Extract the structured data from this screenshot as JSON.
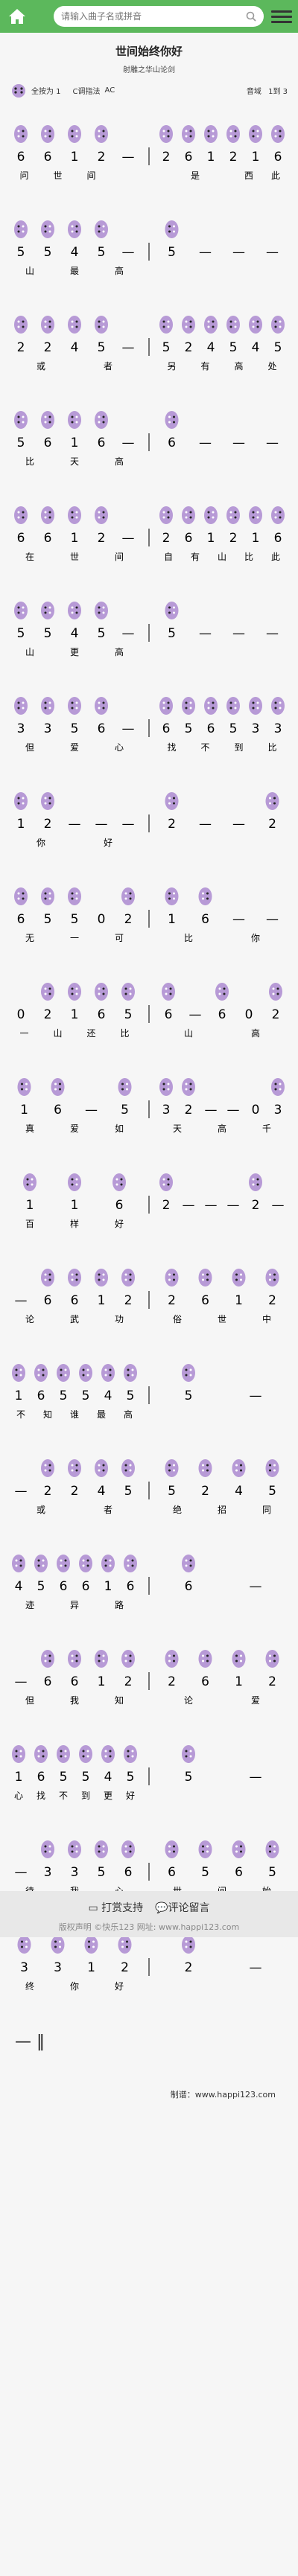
{
  "search": {
    "placeholder": "请输入曲子名或拼音"
  },
  "song": {
    "title": "世间始终你好",
    "subtitle": "射雕之华山论剑",
    "fingering": "全按为 1",
    "key_label": "C调指法",
    "key_value": "AC",
    "tempo_label": "音域",
    "tempo_value": "1到 3"
  },
  "rows": [
    {
      "left": [
        "6",
        "6",
        "1",
        "2",
        "—"
      ],
      "right": [
        "2",
        "6",
        "1",
        "2",
        "1",
        "6"
      ],
      "lyrics_left": [
        "问",
        "世",
        "间",
        ""
      ],
      "lyrics_right": [
        "",
        "是",
        "",
        "西",
        "此"
      ]
    },
    {
      "left": [
        "5",
        "5",
        "4",
        "5",
        "—"
      ],
      "right": [
        "5",
        "—",
        "—",
        "—"
      ],
      "lyrics_left": [
        "山",
        "最",
        "高"
      ],
      "lyrics_right": [
        ""
      ]
    },
    {
      "left": [
        "2",
        "2",
        "4",
        "5",
        "—"
      ],
      "right": [
        "5",
        "2",
        "4",
        "5",
        "4",
        "5"
      ],
      "lyrics_left": [
        "或",
        "者"
      ],
      "lyrics_right": [
        "另",
        "有",
        "高",
        "处"
      ]
    },
    {
      "left": [
        "5",
        "6",
        "1",
        "6",
        "—"
      ],
      "right": [
        "6",
        "—",
        "—",
        "—"
      ],
      "lyrics_left": [
        "比",
        "天",
        "高"
      ],
      "lyrics_right": [
        ""
      ]
    },
    {
      "left": [
        "6",
        "6",
        "1",
        "2",
        "—"
      ],
      "right": [
        "2",
        "6",
        "1",
        "2",
        "1",
        "6"
      ],
      "lyrics_left": [
        "在",
        "世",
        "间"
      ],
      "lyrics_right": [
        "自",
        "有",
        "山",
        "比",
        "此"
      ]
    },
    {
      "left": [
        "5",
        "5",
        "4",
        "5",
        "—"
      ],
      "right": [
        "5",
        "—",
        "—",
        "—"
      ],
      "lyrics_left": [
        "山",
        "更",
        "高"
      ],
      "lyrics_right": [
        ""
      ]
    },
    {
      "left": [
        "3",
        "3",
        "5",
        "6",
        "—"
      ],
      "right": [
        "6",
        "5",
        "6",
        "5",
        "3",
        "3"
      ],
      "lyrics_left": [
        "但",
        "爱",
        "心"
      ],
      "lyrics_right": [
        "找",
        "不",
        "到",
        "比"
      ]
    },
    {
      "left": [
        "1",
        "2",
        "—",
        "—",
        "—"
      ],
      "right": [
        "2",
        "—",
        "—",
        "2"
      ],
      "lyrics_left": [
        "你",
        "好"
      ],
      "lyrics_right": [
        ""
      ]
    },
    {
      "left": [
        "6",
        "5",
        "5",
        "0",
        "2"
      ],
      "right": [
        "1",
        "6",
        "—",
        "—"
      ],
      "lyrics_left": [
        "无",
        "一",
        "可"
      ],
      "lyrics_right": [
        "比",
        "你"
      ]
    },
    {
      "left": [
        "0",
        "2",
        "1",
        "6",
        "5"
      ],
      "right": [
        "6",
        "—",
        "6",
        "0",
        "2"
      ],
      "lyrics_left": [
        "一",
        "山",
        "还",
        "比"
      ],
      "lyrics_right": [
        "山",
        "高"
      ]
    },
    {
      "left": [
        "1",
        "6",
        "—",
        "5"
      ],
      "right": [
        "3",
        "2",
        "—",
        "—",
        "0",
        "3"
      ],
      "lyrics_left": [
        "真",
        "爱",
        "如"
      ],
      "lyrics_right": [
        "天",
        "高",
        "千"
      ]
    },
    {
      "left": [
        "1",
        "1",
        "6"
      ],
      "right": [
        "2",
        "—",
        "—",
        "—",
        "2",
        "—"
      ],
      "lyrics_left": [
        "百",
        "样",
        "好"
      ],
      "lyrics_right": [
        ""
      ]
    },
    {
      "left": [
        "—",
        "6",
        "6",
        "1",
        "2"
      ],
      "right": [
        "2",
        "6",
        "1",
        "2"
      ],
      "lyrics_left": [
        "论",
        "武",
        "功"
      ],
      "lyrics_right": [
        "俗",
        "世",
        "中"
      ]
    },
    {
      "left": [
        "1",
        "6",
        "5",
        "5",
        "4",
        "5"
      ],
      "right": [
        "5",
        "—"
      ],
      "lyrics_left": [
        "不",
        "知",
        "谁",
        "最",
        "高"
      ],
      "lyrics_right": [
        ""
      ]
    },
    {
      "left": [
        "—",
        "2",
        "2",
        "4",
        "5"
      ],
      "right": [
        "5",
        "2",
        "4",
        "5"
      ],
      "lyrics_left": [
        "或",
        "者"
      ],
      "lyrics_right": [
        "绝",
        "招",
        "同"
      ]
    },
    {
      "left": [
        "4",
        "5",
        "6",
        "6",
        "1",
        "6"
      ],
      "right": [
        "6",
        "—"
      ],
      "lyrics_left": [
        "迹",
        "异",
        "路"
      ],
      "lyrics_right": [
        ""
      ]
    },
    {
      "left": [
        "—",
        "6",
        "6",
        "1",
        "2"
      ],
      "right": [
        "2",
        "6",
        "1",
        "2"
      ],
      "lyrics_left": [
        "但",
        "我",
        "知"
      ],
      "lyrics_right": [
        "论",
        "爱"
      ]
    },
    {
      "left": [
        "1",
        "6",
        "5",
        "5",
        "4",
        "5"
      ],
      "right": [
        "5",
        "—"
      ],
      "lyrics_left": [
        "心",
        "找",
        "不",
        "到",
        "更",
        "好"
      ],
      "lyrics_right": [
        ""
      ]
    },
    {
      "left": [
        "—",
        "3",
        "3",
        "5",
        "6"
      ],
      "right": [
        "6",
        "5",
        "6",
        "5"
      ],
      "lyrics_left": [
        "待",
        "我",
        "心"
      ],
      "lyrics_right": [
        "世",
        "间",
        "始"
      ]
    },
    {
      "left": [
        "3",
        "3",
        "1",
        "2"
      ],
      "right": [
        "2",
        "—"
      ],
      "lyrics_left": [
        "终",
        "你",
        "好"
      ],
      "lyrics_right": [
        ""
      ]
    }
  ],
  "end_mark": "— ‖",
  "credit": "制谱：www.happi123.com",
  "footer": {
    "reward": "打赏支持",
    "comment": "评论留言",
    "copyright": "版权声明  ©快乐123 网址: www.happi123.com"
  },
  "colors": {
    "accent": "#5cb85c",
    "hole": "#b79ad6"
  }
}
